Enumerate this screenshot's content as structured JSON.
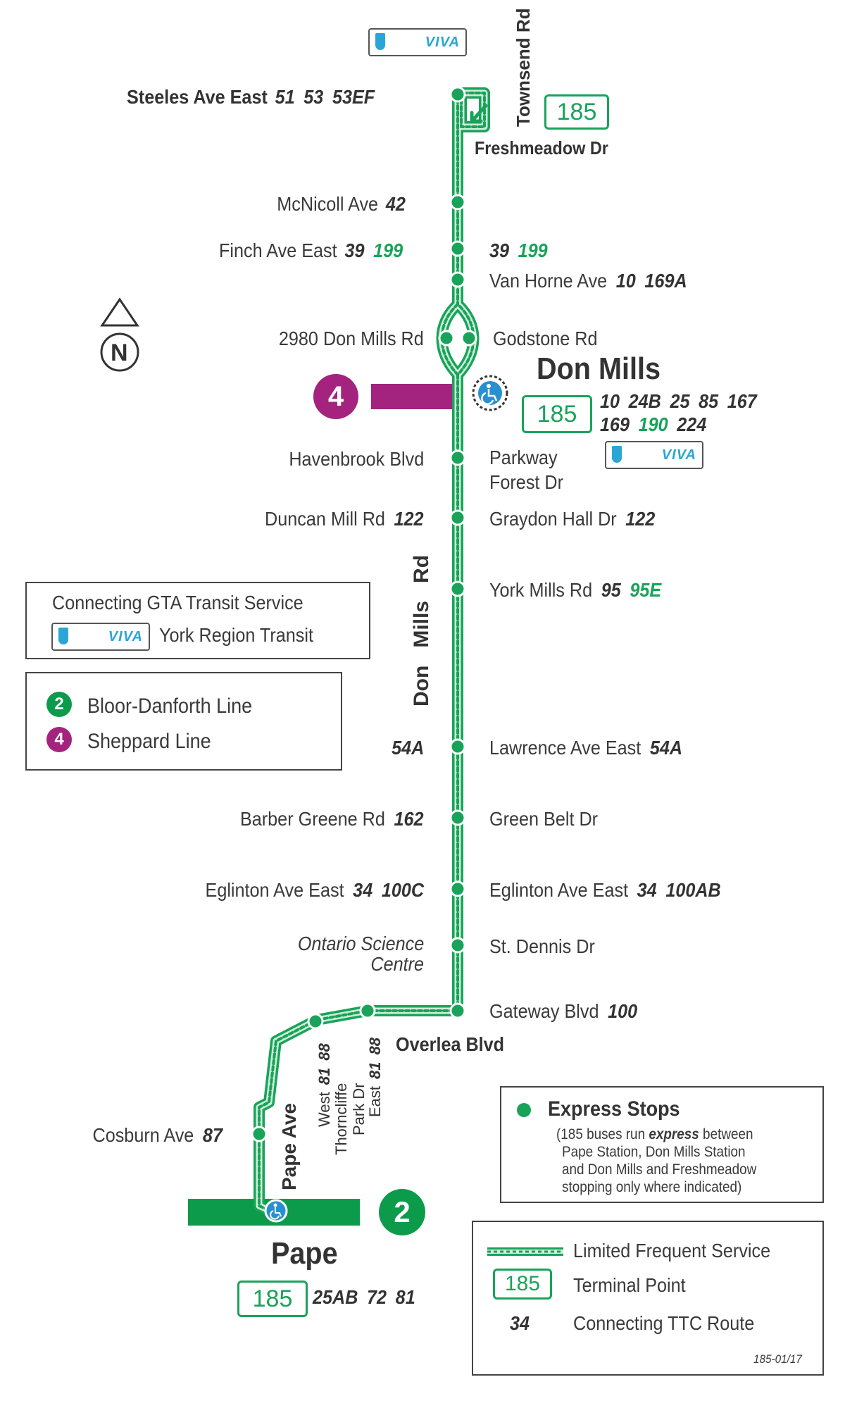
{
  "colors": {
    "route": "#19a35a",
    "sheppard": "#a3237f",
    "bloor": "#0c9b4b",
    "viva": "#2aa5d6"
  },
  "north_label": "N",
  "stops": {
    "steeles": {
      "name": "Steeles Ave East",
      "routes": [
        "51",
        "53",
        "53EF"
      ]
    },
    "townsend": "Townsend Rd",
    "freshmeadow": "Freshmeadow Dr",
    "mcnicoll": {
      "name": "McNicoll Ave",
      "routes": [
        "42"
      ]
    },
    "finch_w": {
      "name": "Finch Ave East",
      "routes": [
        "39"
      ],
      "express": [
        "199"
      ]
    },
    "finch_e": {
      "routes": [
        "39"
      ],
      "express": [
        "199"
      ]
    },
    "vanhorne": {
      "name": "Van Horne Ave",
      "routes": [
        "10",
        "169A"
      ]
    },
    "d2980": "2980 Don Mills Rd",
    "godstone": "Godstone Rd",
    "donmills_station": "Don Mills",
    "donmills_routes1": [
      "10",
      "24B",
      "25",
      "85",
      "167"
    ],
    "donmills_routes2": [
      "169"
    ],
    "donmills_express2": [
      "190"
    ],
    "donmills_routes3": [
      "224"
    ],
    "havenbrook": "Havenbrook Blvd",
    "parkway1": "Parkway",
    "parkway2": "Forest Dr",
    "duncan": {
      "name": "Duncan Mill Rd",
      "routes": [
        "122"
      ]
    },
    "graydon": {
      "name": "Graydon Hall Dr",
      "routes": [
        "122"
      ]
    },
    "yorkmills": {
      "name": "York Mills Rd",
      "routes": [
        "95"
      ],
      "express": [
        "95E"
      ]
    },
    "street_label": {
      "a": "Don",
      "b": "Mills",
      "c": "Rd"
    },
    "lawrence_w": {
      "routes": [
        "54A"
      ]
    },
    "lawrence_e": {
      "name": "Lawrence Ave East",
      "routes": [
        "54A"
      ]
    },
    "barber": {
      "name": "Barber Greene Rd",
      "routes": [
        "162"
      ]
    },
    "greenbelt": "Green Belt Dr",
    "eglinton_w": {
      "name": "Eglinton Ave East",
      "routes": [
        "34",
        "100C"
      ]
    },
    "eglinton_e": {
      "name": "Eglinton Ave East",
      "routes": [
        "34",
        "100AB"
      ]
    },
    "science1": "Ontario Science",
    "science2": "Centre",
    "stdennis": "St. Dennis Dr",
    "gateway": {
      "name": "Gateway Blvd",
      "routes": [
        "100"
      ]
    },
    "overlea": "Overlea  Blvd",
    "west": {
      "name": "West",
      "routes": [
        "81",
        "88"
      ]
    },
    "east": {
      "name": "East",
      "routes": [
        "81",
        "88"
      ]
    },
    "thorncliffe1": "Thorncliffe",
    "thorncliffe2": "Park Dr",
    "pape_ave": "Pape  Ave",
    "cosburn": {
      "name": "Cosburn Ave",
      "routes": [
        "87"
      ]
    },
    "pape_station": "Pape",
    "pape_routes": [
      "25AB",
      "72",
      "81"
    ]
  },
  "terminal_number": "185",
  "line4": "4",
  "line2": "2",
  "viva_text": "VIVA",
  "gta_box": {
    "title": "Connecting GTA Transit Service",
    "yrt": "York Region Transit"
  },
  "lines_box": {
    "bloor": "Bloor-Danforth Line",
    "sheppard": "Sheppard Line"
  },
  "express_box": {
    "title": "Express Stops",
    "line1a": "(185 buses run ",
    "line1b": "express",
    "line1c": " between",
    "line2": "Pape Station, Don Mills Station",
    "line3": "and Don Mills and Freshmeadow",
    "line4": "stopping only where indicated)"
  },
  "legend": {
    "limited": "Limited Frequent Service",
    "terminal": "Terminal Point",
    "connecting_num": "34",
    "connecting": "Connecting TTC Route",
    "code": "185-01/17"
  }
}
